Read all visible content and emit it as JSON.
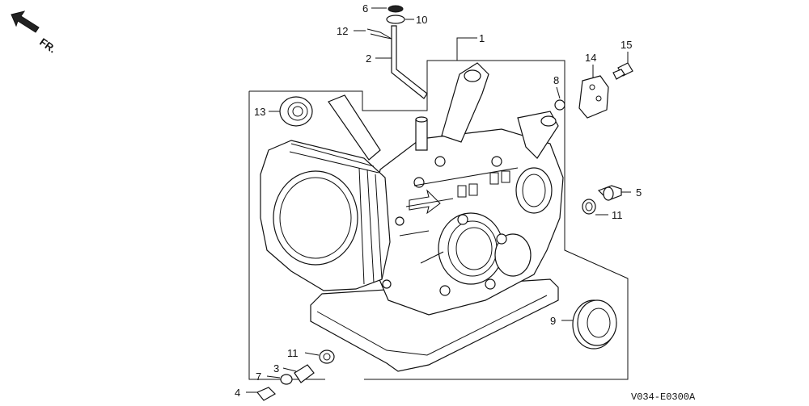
{
  "direction_label": "FR.",
  "figure_code": "V034-E0300A",
  "callouts": [
    "1",
    "2",
    "3",
    "4",
    "5",
    "6",
    "7",
    "8",
    "9",
    "10",
    "11",
    "12",
    "13",
    "14",
    "15"
  ],
  "callout_11": "11"
}
